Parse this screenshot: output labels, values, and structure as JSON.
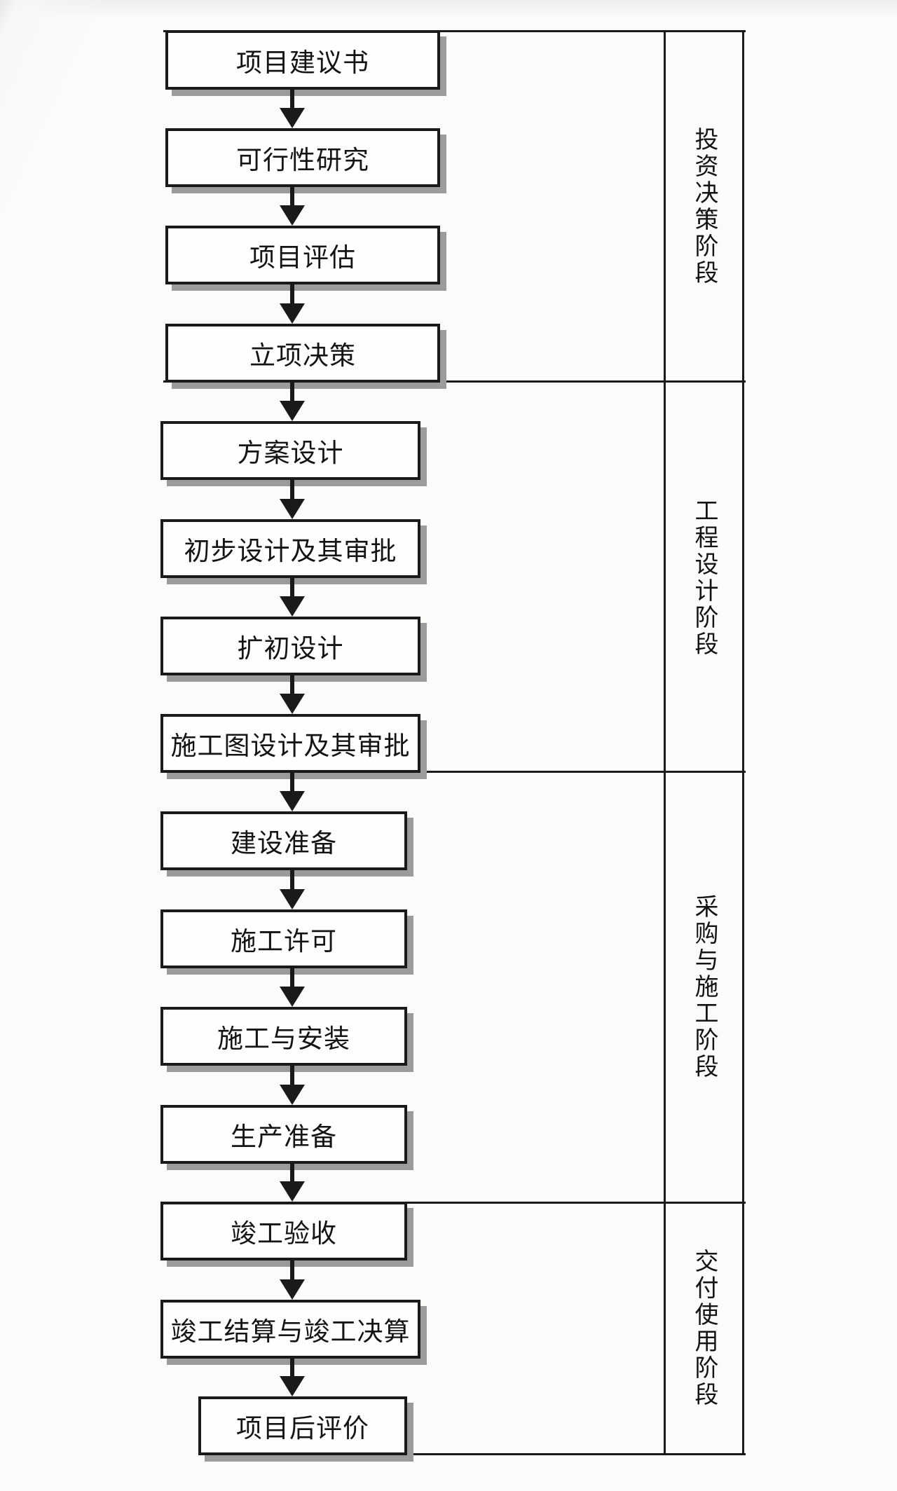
{
  "flowchart": {
    "boxes": [
      {
        "label": "项目建议书"
      },
      {
        "label": "可行性研究"
      },
      {
        "label": "项目评估"
      },
      {
        "label": "立项决策"
      },
      {
        "label": "方案设计"
      },
      {
        "label": "初步设计及其审批"
      },
      {
        "label": "扩初设计"
      },
      {
        "label": "施工图设计及其审批"
      },
      {
        "label": "建设准备"
      },
      {
        "label": "施工许可"
      },
      {
        "label": "施工与安装"
      },
      {
        "label": "生产准备"
      },
      {
        "label": "竣工验收"
      },
      {
        "label": "竣工结算与竣工决算"
      },
      {
        "label": "项目后评价"
      }
    ],
    "phases": [
      {
        "label": "投资决策阶段"
      },
      {
        "label": "工程设计阶段"
      },
      {
        "label": "采购与施工阶段"
      },
      {
        "label": "交付使用阶段"
      }
    ],
    "colors": {
      "line": "#1a1a1a",
      "box_fill": "#fefefe",
      "shadow": "#9b9b9b",
      "text": "#141414",
      "background": "#fbfbfa"
    }
  }
}
